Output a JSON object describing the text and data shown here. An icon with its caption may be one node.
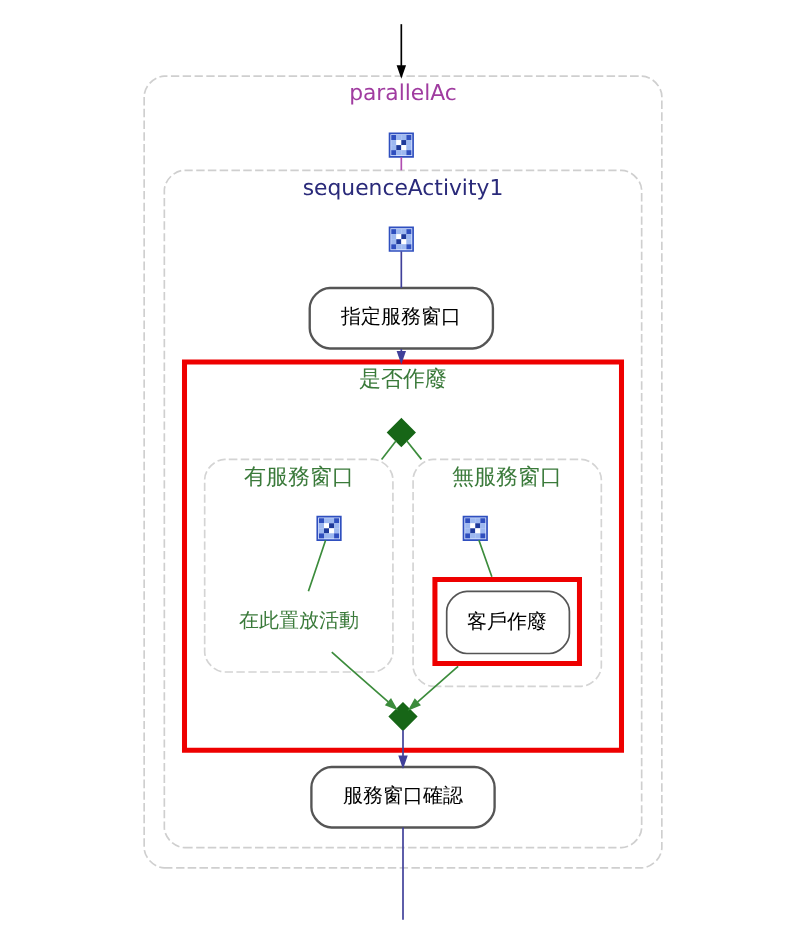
{
  "diagram": {
    "nodes": [
      {
        "text": [
          "parallelAc"
        ]
      },
      {
        "text": [],
        "shape": "picture",
        "in": 0
      },
      {
        "text": [
          "sequenceActivity1"
        ],
        "in": 0
      },
      {
        "text": [],
        "shape": "picture",
        "in": 2
      },
      {
        "text": [
          "指定服務窗口"
        ],
        "in": 2
      },
      {
        "text": [
          "是否作廢"
        ],
        "in": 2
      },
      {
        "text": [],
        "shape": "diamond",
        "in": 5
      },
      {
        "text": [
          "有服務窗口"
        ],
        "in": 5
      },
      {
        "text": [],
        "shape": "picture",
        "in": 7
      },
      {
        "text": [
          "在此置放活動"
        ],
        "in": 7
      },
      {
        "text": [
          "無服務窗口"
        ],
        "in": 5
      },
      {
        "text": [],
        "shape": "picture",
        "in": 10
      },
      {
        "text": [
          "客戶作廢"
        ],
        "in": 10
      },
      {
        "text": [],
        "shape": "diamond",
        "in": 5
      },
      {
        "text": [
          "服務窗口確認"
        ],
        "in": 2
      }
    ],
    "edges": [
      {
        "from": null,
        "to": 0,
        "arrow": "to",
        "color": "#000000"
      },
      {
        "from": 1,
        "to": 2,
        "arrow": "none",
        "color": "#b04cb0"
      },
      {
        "from": 3,
        "to": 4,
        "arrow": "none",
        "color": "#40409a"
      },
      {
        "from": 4,
        "to": 5,
        "arrow": "to",
        "color": "#40409a"
      },
      {
        "from": 6,
        "to": 7,
        "arrow": "none"
      },
      {
        "from": 6,
        "to": 10,
        "arrow": "none"
      },
      {
        "from": 8,
        "to": 9,
        "arrow": "none"
      },
      {
        "from": 11,
        "to": 12,
        "arrow": "none"
      },
      {
        "from": 9,
        "to": 13,
        "arrow": "to"
      },
      {
        "from": 12,
        "to": 13,
        "arrow": "to"
      },
      {
        "from": 13,
        "to": 14,
        "arrow": "to",
        "color": "#40409a"
      },
      {
        "from": 14,
        "to": null,
        "arrow": "none",
        "color": "#40409a"
      }
    ]
  }
}
